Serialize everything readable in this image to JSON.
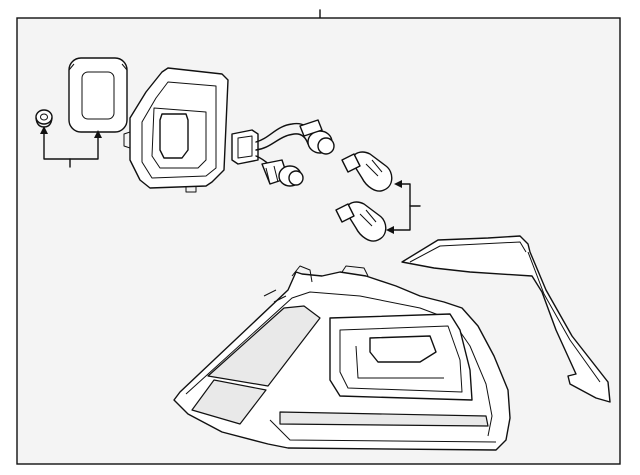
{
  "diagram": {
    "background": "#ffffff",
    "panel_fill": "#f4f4f4",
    "line_color": "#111111",
    "parts": [
      "sealing-grommet",
      "gasket",
      "lamp-housing-bulb-carrier",
      "wiring-harness-socket",
      "turn-signal-bulb",
      "brake-light-bulb",
      "tail-lamp-lens-assembly",
      "rear-trim-panel"
    ]
  }
}
